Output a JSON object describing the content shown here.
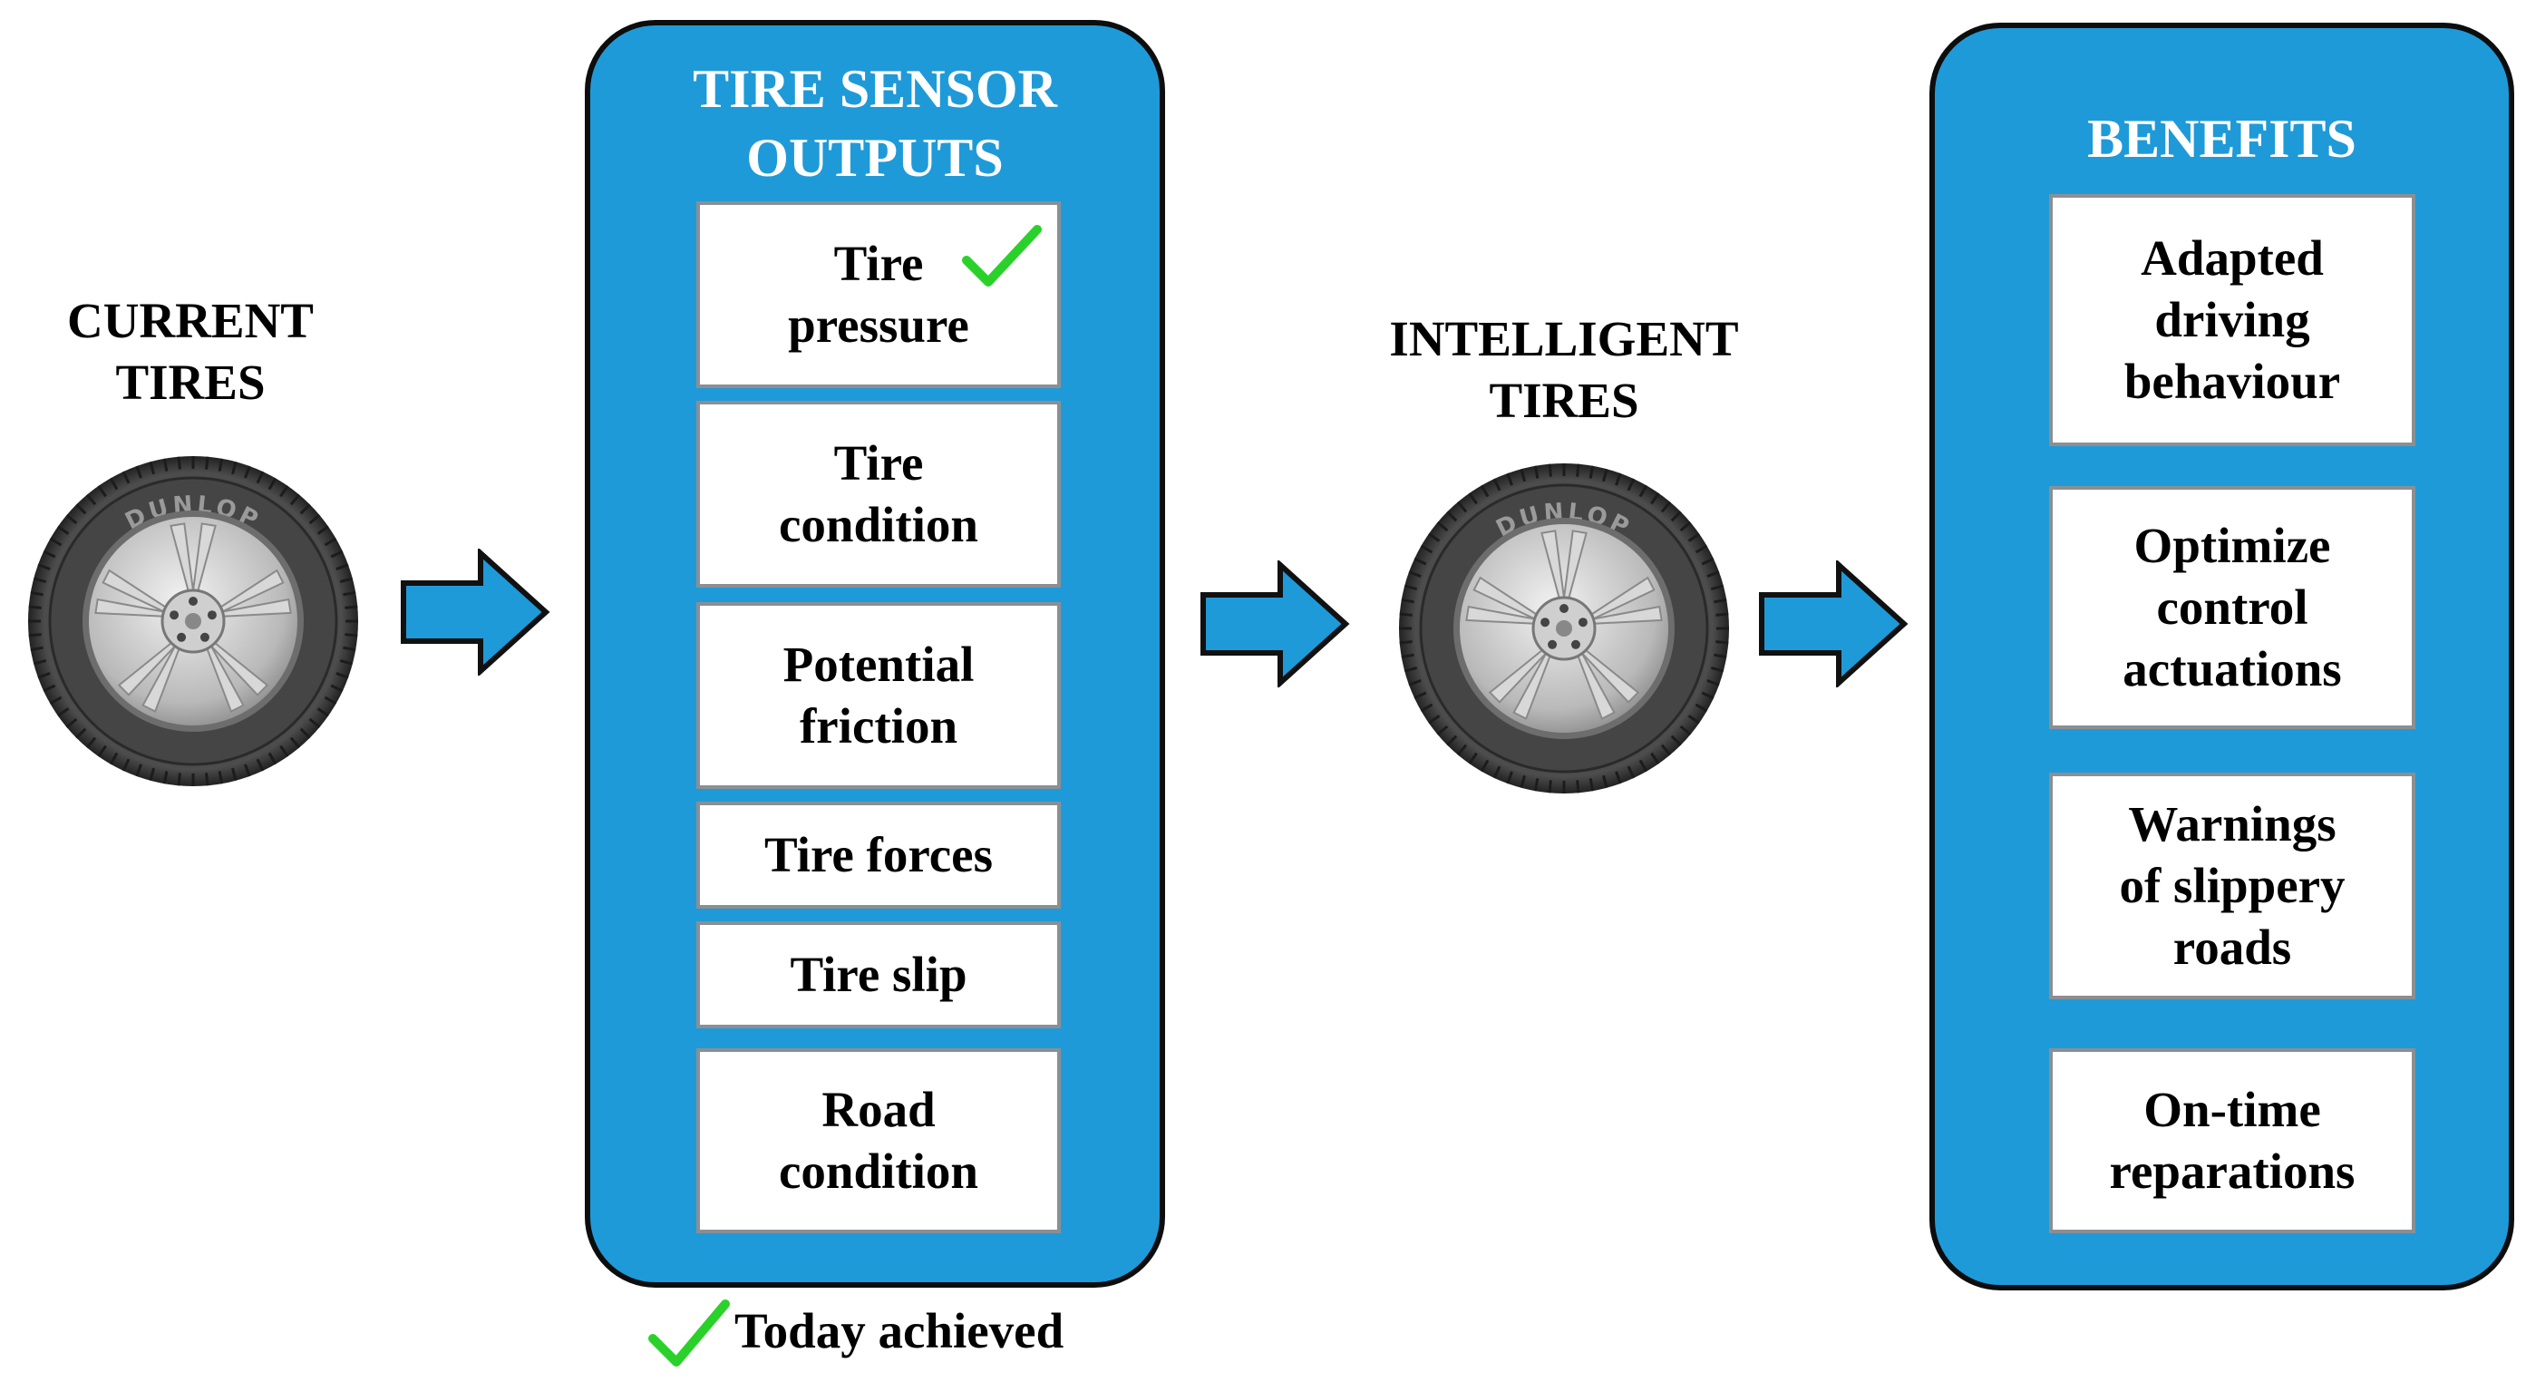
{
  "current_tires": {
    "label": "CURRENT\nTIRES"
  },
  "sensor_panel": {
    "title": "TIRE SENSOR\nOUTPUTS",
    "items": [
      {
        "label": "Tire\npressure",
        "achieved": true
      },
      {
        "label": "Tire\ncondition",
        "achieved": false
      },
      {
        "label": "Potential\nfriction",
        "achieved": false
      },
      {
        "label": "Tire forces",
        "achieved": false
      },
      {
        "label": "Tire slip",
        "achieved": false
      },
      {
        "label": "Road\ncondition",
        "achieved": false
      }
    ]
  },
  "intelligent_tires": {
    "label": "INTELLIGENT\nTIRES"
  },
  "benefits_panel": {
    "title": "BENEFITS",
    "items": [
      {
        "label": "Adapted\ndriving\nbehaviour"
      },
      {
        "label": "Optimize\ncontrol\nactuations"
      },
      {
        "label": "Warnings\nof slippery\nroads"
      },
      {
        "label": "On-time\nreparations"
      }
    ]
  },
  "legend": {
    "label": "Today achieved",
    "icon": "check-icon"
  },
  "tire_brand": "DUNLOP",
  "colors": {
    "panel": "#1f9ad8",
    "check": "#2bd12b",
    "border": "#0d0d0d"
  }
}
